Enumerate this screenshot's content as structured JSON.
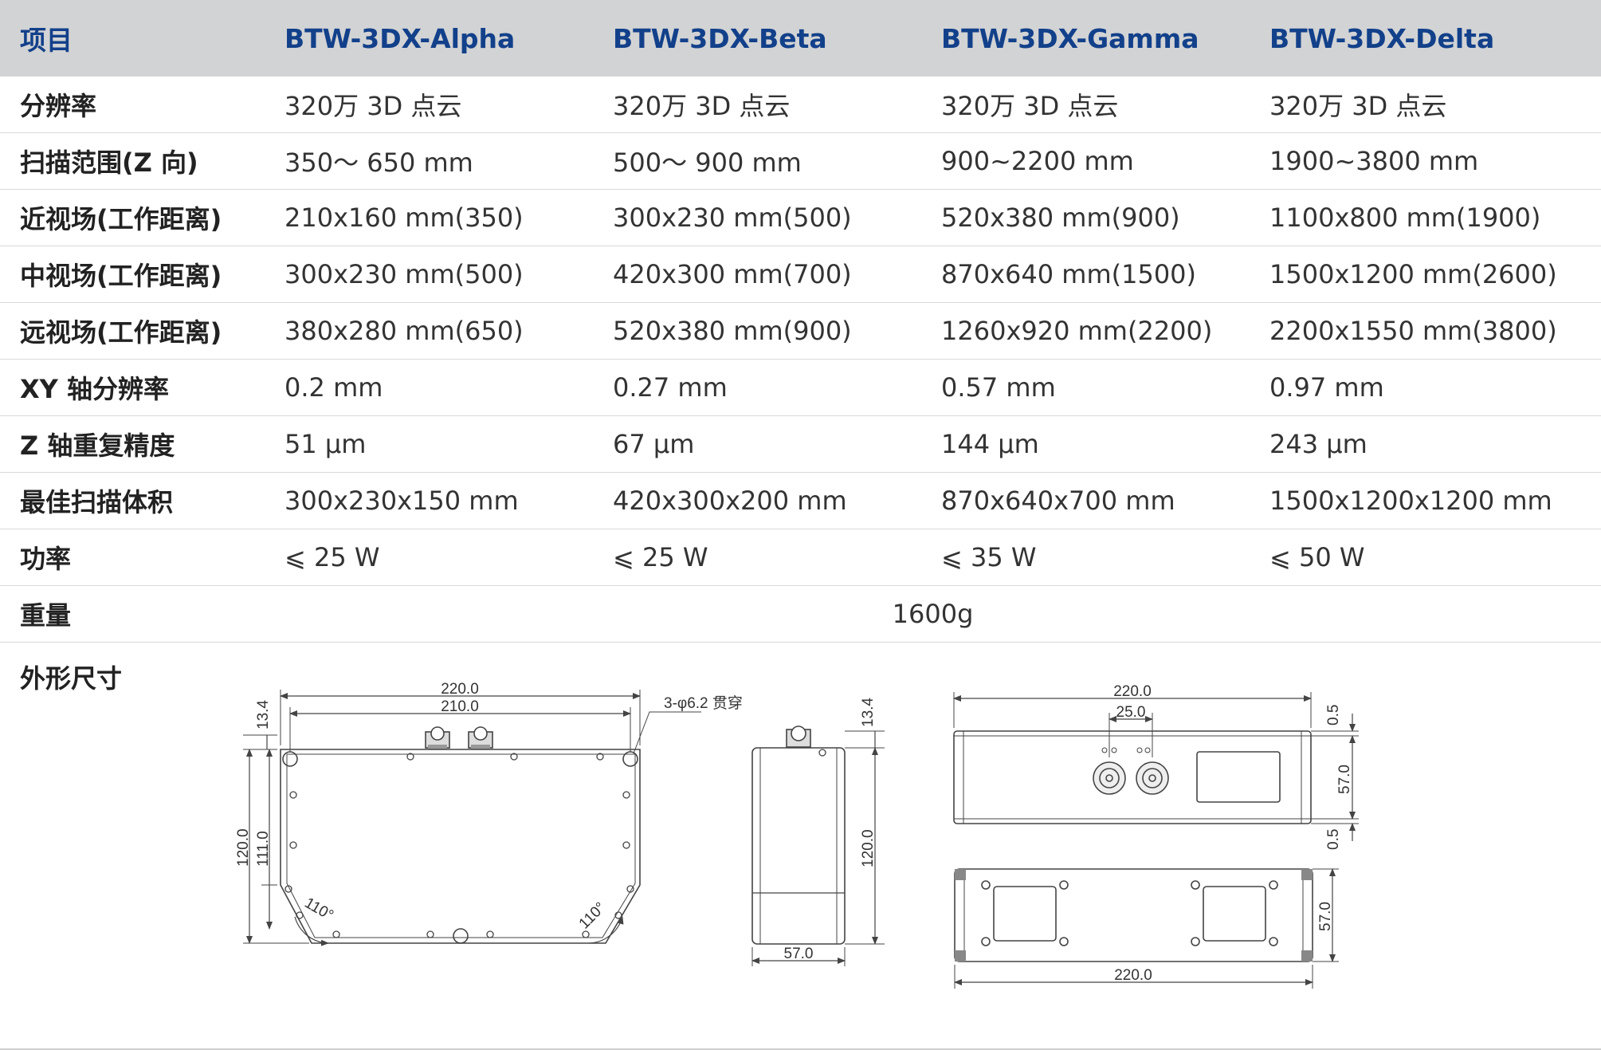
{
  "header": {
    "item_label": "项目",
    "models": [
      "BTW-3DX-Alpha",
      "BTW-3DX-Beta",
      "BTW-3DX-Gamma",
      "BTW-3DX-Delta"
    ]
  },
  "rows": [
    {
      "label": "分辨率",
      "values": [
        "320万 3D 点云",
        "320万 3D 点云",
        "320万 3D 点云",
        "320万 3D 点云"
      ]
    },
    {
      "label": "扫描范围(Z 向)",
      "values": [
        "350～ 650 mm",
        "500～ 900 mm",
        "900~2200 mm",
        "1900~3800 mm"
      ]
    },
    {
      "label": "近视场(工作距离)",
      "values": [
        "210x160 mm(350)",
        "300x230 mm(500)",
        "520x380 mm(900)",
        "1100x800 mm(1900)"
      ]
    },
    {
      "label": "中视场(工作距离)",
      "values": [
        "300x230 mm(500)",
        "420x300 mm(700)",
        "870x640 mm(1500)",
        "1500x1200 mm(2600)"
      ]
    },
    {
      "label": "远视场(工作距离)",
      "values": [
        "380x280 mm(650)",
        "520x380 mm(900)",
        "1260x920 mm(2200)",
        "2200x1550 mm(3800)"
      ]
    },
    {
      "label": "XY 轴分辨率",
      "values": [
        "0.2 mm",
        "0.27 mm",
        "0.57 mm",
        "0.97 mm"
      ]
    },
    {
      "label": "Z 轴重复精度",
      "values": [
        "51 µm",
        "67 µm",
        "144 µm",
        "243 µm"
      ]
    },
    {
      "label": "最佳扫描体积",
      "values": [
        "300x230x150 mm",
        "420x300x200 mm",
        "870x640x700 mm",
        "1500x1200x1200 mm"
      ]
    },
    {
      "label": "功率",
      "values": [
        "⩽ 25 W",
        "⩽ 25 W",
        "⩽ 35 W",
        "⩽ 50 W"
      ]
    }
  ],
  "weight": {
    "label": "重量",
    "value": "1600g"
  },
  "dimensions": {
    "label": "外形尺寸",
    "front_view": {
      "width_outer": "220.0",
      "width_holes": "210.0",
      "hole_note": "3-φ6.2 贯穿",
      "top_offset": "13.4",
      "height_outer": "120.0",
      "height_inner": "111.0",
      "angle_left": "110°",
      "angle_right": "110°"
    },
    "side_view": {
      "top_offset": "13.4",
      "height": "120.0",
      "depth": "57.0"
    },
    "top_view": {
      "width": "220.0",
      "connector_spacing": "25.0",
      "edge_top": "0.5",
      "depth": "57.0",
      "edge_bottom": "0.5"
    },
    "bottom_view": {
      "depth": "57.0",
      "width": "220.0"
    }
  }
}
